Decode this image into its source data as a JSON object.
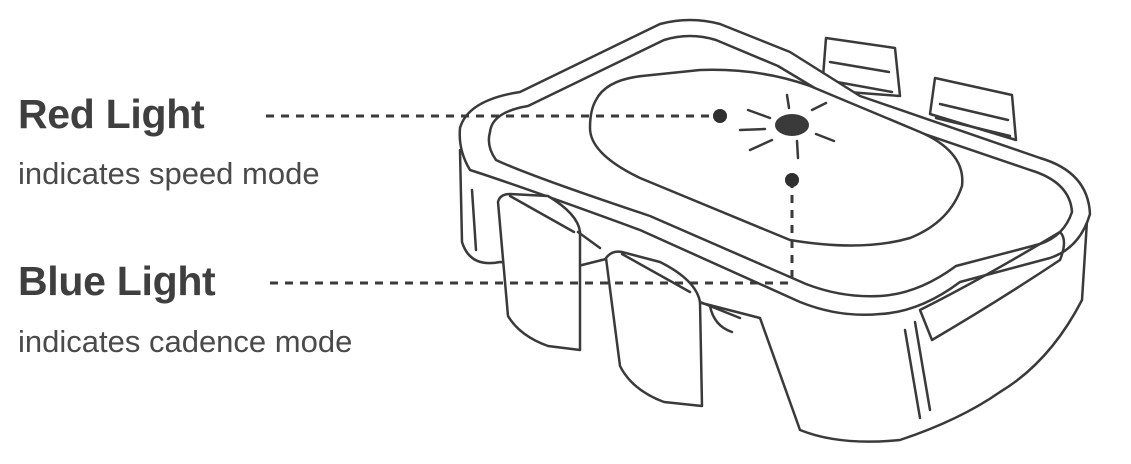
{
  "labels": {
    "red": {
      "title": "Red Light",
      "description": "indicates speed mode"
    },
    "blue": {
      "title": "Blue Light",
      "description": "indicates cadence mode"
    }
  },
  "colors": {
    "title_text": "#3f3f3f",
    "description_text": "#4a4a4a",
    "line_art": "#3a3a3a",
    "background": "#ffffff"
  }
}
